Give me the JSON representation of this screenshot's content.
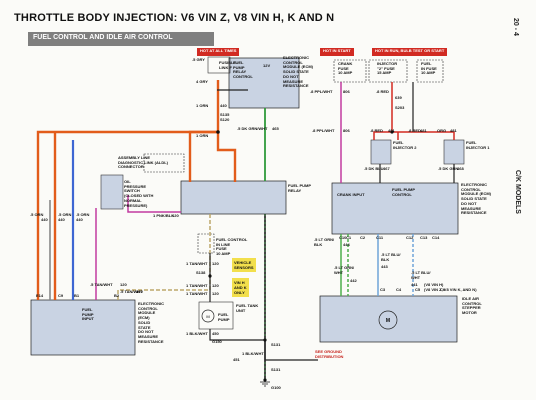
{
  "title": "THROTTLE BODY INJECTION: V6 VIN Z, V8 VIN H, K AND N",
  "subtitle": "FUEL CONTROL AND IDLE AIR CONTROL",
  "page_number": "20 - 4",
  "side_label": "C/K MODELS",
  "power_boxes": {
    "hot_at_all_times": "HOT AT ALL TIMES",
    "hot_in_start": "HOT IN START",
    "hot_in_run_bulb_test_or_start": "HOT IN RUN, BULB TEST OR START"
  },
  "components": {
    "fusible_link": "FUSIBLE\nLINK F",
    "fuel_pump_relay_ecm_module": "ELECTRONIC\nCONTROL\nMODULE (ECM)\nSOLID STATE\nDO NOT\nMEASURE\nRESISTANCE",
    "relay_pin_labels": "FUEL\nPUMP\nRELAY\nCONTROL",
    "relay_12v": "12V",
    "crank_fuse": "CRANK\nFUSE\n10 AMP",
    "injector_fuse": "INJECTOR\n\"2\" FUSE\n15 AMP",
    "fuel_fuse": "FUEL\nIN FUSE\n10 AMP",
    "assembly_line": "ASSEMBLY LINE\nDIAGNOSTIC LINK (ALDL)\nCONNECTOR",
    "oil_pressure_switch": "OIL\nPRESSURE\nSWITCH\n(CLOSED WITH\nNORMAL\nPRESSURE)",
    "fuel_pump_relay": "FUEL PUMP\nRELAY",
    "fuel_control_inline": "FUEL CONTROL\nIN LINE\nFUSE\n10 AMP",
    "fuel_tank_unit": "FUEL TANK\nUNIT",
    "fuel_pump": "FUEL\nPUMP",
    "vehicle_sensors": "VEHICLE\nSENSORS",
    "vin_notice": "VIN H\nAND K\nONLY",
    "injector_1": "FUEL\nINJECTOR 1",
    "injector_2": "FUEL\nINJECTOR 2",
    "ecm_right": "ELECTRONIC\nCONTROL\nMODULE (ECM)\nSOLID STATE\nDO NOT\nMEASURE\nRESISTANCE",
    "ecm_left": "ELECTRONIC\nCONTROL\nMODULE\n(ECM)\nSOLID\nSTATE\nDO NOT\nMEASURE\nRESISTANCE",
    "idle_air_control": "IDLE AIR\nCONTROL\nSTEPPER\nMOTOR",
    "grounds_ref": "SEE GROUND\nDISTRIBUTION",
    "crank_input": "CRANK INPUT",
    "fuel_pump_control": "FUEL PUMP\nCONTROL",
    "fuel_pump_input": "FUEL\nPUMP\nINPUT"
  },
  "wire_labels": [
    "4 GRY",
    "1 ORN",
    "1 ORN",
    "440",
    "S135",
    ".5 DK GRN/WHT",
    "465",
    ".8 PPL/WHT",
    "806",
    ".8 RED",
    "639",
    ".8 PPL/WHT",
    "806",
    ".8 RED",
    "481",
    ".8 RED",
    "481",
    "ORG",
    "481",
    "S203",
    ".5 DK BLU",
    ".5 DK GRN",
    "467",
    "468",
    ".5 LT GRN/",
    "BLK",
    "444",
    ".5 LT GRN/",
    "WHT",
    "442",
    ".5 LT BLU/",
    "BLK",
    "443",
    ".5 LT BLU/",
    "WHT",
    "441",
    "(V8 VIN H)",
    "(V8 VIN Z, V8 VIN K, AND N)",
    ".5 ORN",
    "440",
    ".5 ORN",
    "440",
    ".5 ORN",
    "440",
    "1 PNK/BLK",
    "120",
    ".5 TAN/WHT",
    "120",
    "1 TAN/WHT",
    "120",
    "1 TAN/WHT",
    "120",
    "S138",
    "1 TAN/WHT",
    "120",
    ".5 TAN/WHT",
    "120",
    "1 BLK/WHT",
    "450",
    "1 BLK/WHT",
    "451",
    "G150",
    "S131",
    "G100",
    ".5 GRY",
    "S120",
    "S131",
    "C10",
    "C1",
    "C2",
    "C11",
    "C12",
    "C13",
    "C14",
    "C3",
    "C4",
    "C5",
    "C6",
    "E14",
    "C9",
    "B1",
    "B2"
  ]
}
